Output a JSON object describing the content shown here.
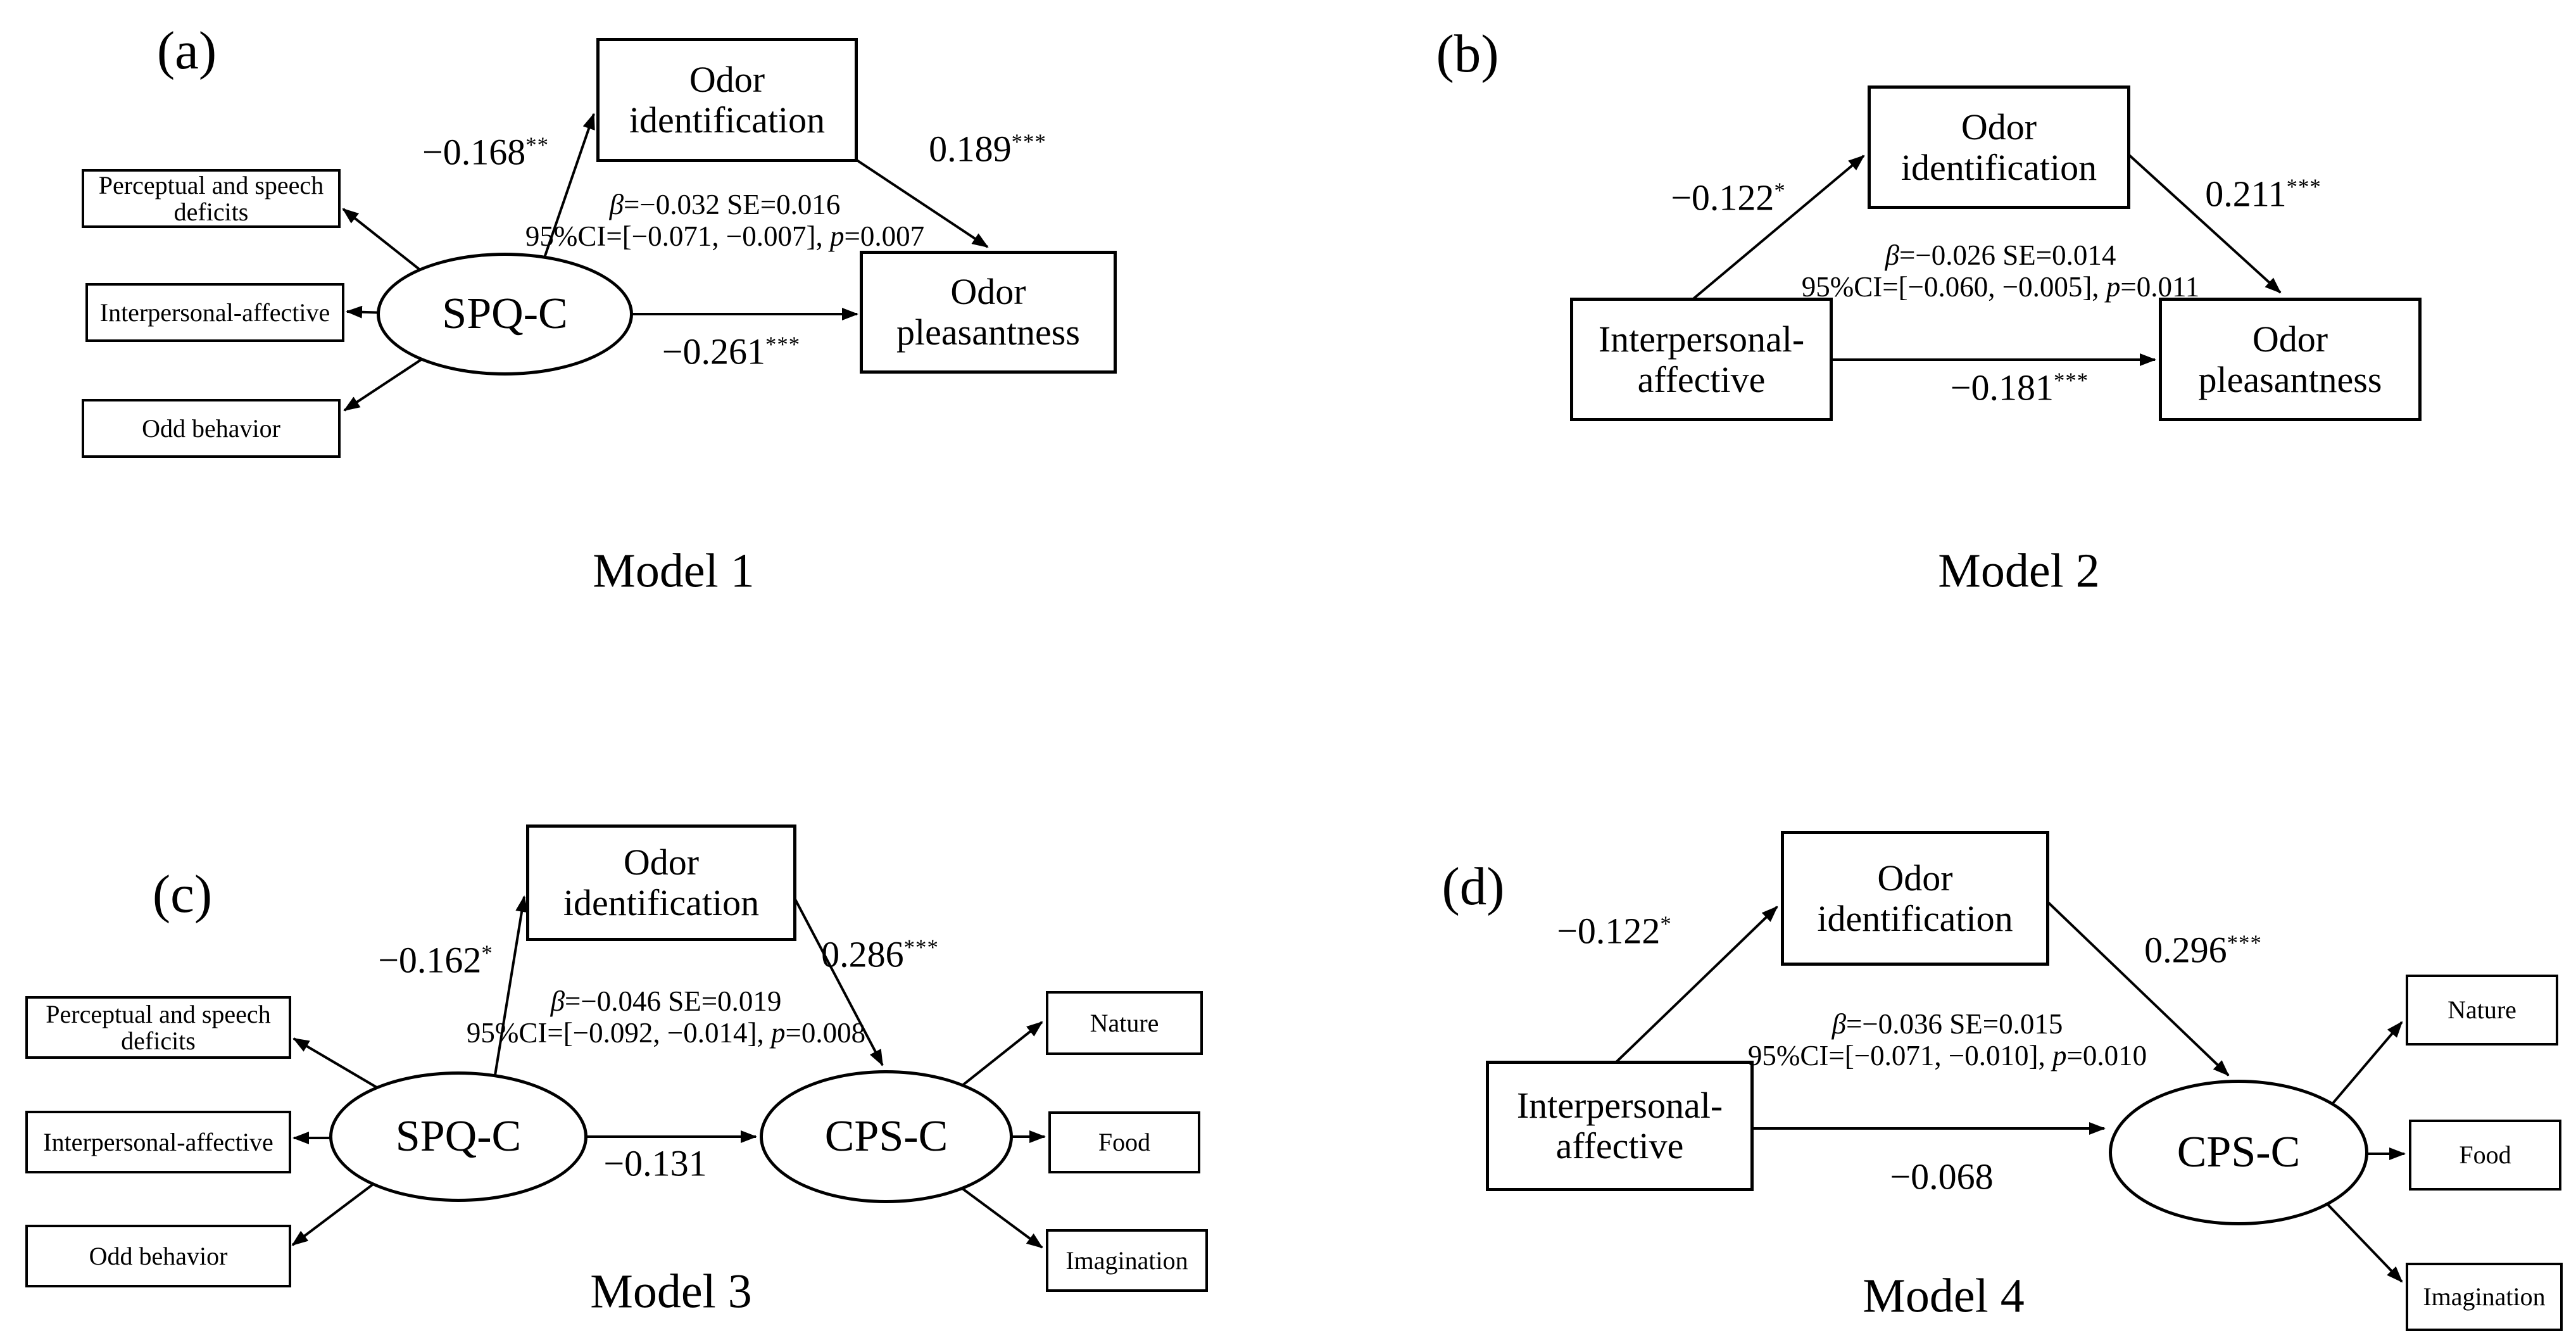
{
  "panels": [
    {
      "tag": "(a)",
      "model": "Model 1",
      "predictor": "SPQ-C",
      "mediator": "Odor\nidentification",
      "outcome": "Odor\npleasantness",
      "indicators": [
        "Perceptual and speech\ndeficits",
        "Interpersonal-affective",
        "Odd behavior"
      ],
      "path_a": {
        "value": "−0.168",
        "stars": "**"
      },
      "path_b": {
        "value": "0.189",
        "stars": "***"
      },
      "path_c": {
        "value": "−0.261",
        "stars": "***"
      },
      "indirect": {
        "line1_sym": "β",
        "line1_rest": "=−0.032 SE=0.016",
        "line2_pre": "95%CI=[−0.071, −0.007], ",
        "line2_sym": "p",
        "line2_rest": "=0.007"
      }
    },
    {
      "tag": "(b)",
      "model": "Model 2",
      "predictor": "Interpersonal-\naffective",
      "mediator": "Odor\nidentification",
      "outcome": "Odor\npleasantness",
      "path_a": {
        "value": "−0.122",
        "stars": "*"
      },
      "path_b": {
        "value": "0.211",
        "stars": "***"
      },
      "path_c": {
        "value": "−0.181",
        "stars": "***"
      },
      "indirect": {
        "line1_sym": "β",
        "line1_rest": "=−0.026 SE=0.014",
        "line2_pre": "95%CI=[−0.060, −0.005], ",
        "line2_sym": "p",
        "line2_rest": "=0.011"
      }
    },
    {
      "tag": "(c)",
      "model": "Model 3",
      "predictor": "SPQ-C",
      "mediator": "Odor\nidentification",
      "outcome": "CPS-C",
      "indicators": [
        "Perceptual and speech\ndeficits",
        "Interpersonal-affective",
        "Odd behavior"
      ],
      "outputs": [
        "Nature",
        "Food",
        "Imagination"
      ],
      "path_a": {
        "value": "−0.162",
        "stars": "*"
      },
      "path_b": {
        "value": "0.286",
        "stars": "***"
      },
      "path_c": {
        "value": "−0.131",
        "stars": ""
      },
      "indirect": {
        "line1_sym": "β",
        "line1_rest": "=−0.046 SE=0.019",
        "line2_pre": "95%CI=[−0.092, −0.014], ",
        "line2_sym": "p",
        "line2_rest": "=0.008"
      }
    },
    {
      "tag": "(d)",
      "model": "Model 4",
      "predictor": "Interpersonal-\naffective",
      "mediator": "Odor\nidentification",
      "outcome": "CPS-C",
      "outputs": [
        "Nature",
        "Food",
        "Imagination"
      ],
      "path_a": {
        "value": "−0.122",
        "stars": "*"
      },
      "path_b": {
        "value": "0.296",
        "stars": "***"
      },
      "path_c": {
        "value": "−0.068",
        "stars": ""
      },
      "indirect": {
        "line1_sym": "β",
        "line1_rest": "=−0.036 SE=0.015",
        "line2_pre": "95%CI=[−0.071, −0.010], ",
        "line2_sym": "p",
        "line2_rest": "=0.010"
      }
    }
  ]
}
